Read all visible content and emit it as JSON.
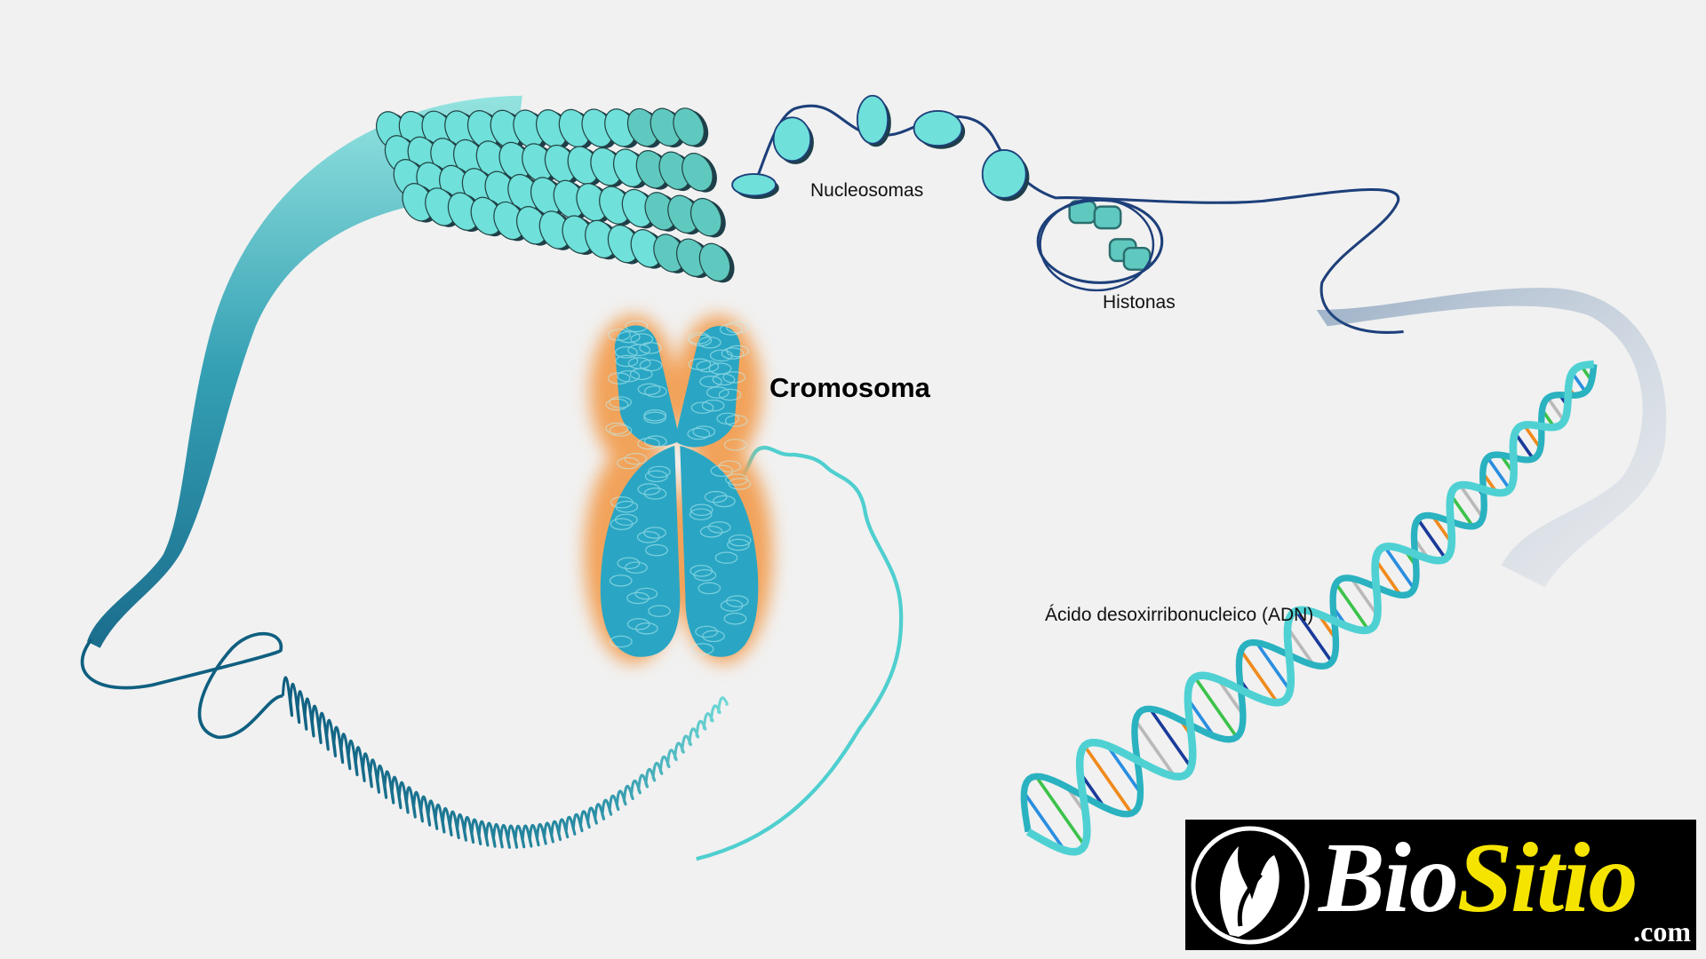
{
  "labels": {
    "nucleosomes": "Nucleosomas",
    "histones": "Histonas",
    "chromosome": "Cromosoma",
    "dna": "Ácido desoxirribonucleico (ADN)"
  },
  "logo": {
    "part1": "Bio",
    "part2": "Sitio",
    "suffix": ".com"
  },
  "colors": {
    "background": "#f1f1f1",
    "fiber_teal": "#5fd3d0",
    "fiber_dark": "#0f6688",
    "dna_strand": "#4fd1d3",
    "dna_backbone_dark": "#1d3f7a",
    "chromosome": "#2aa6c4",
    "glow": "#f2a35a",
    "base_colors": [
      "#f08a1c",
      "#2a8ee0",
      "#3cc24a",
      "#b9b9b9",
      "#1a3a9a"
    ],
    "logo_yellow": "#f5e400"
  }
}
